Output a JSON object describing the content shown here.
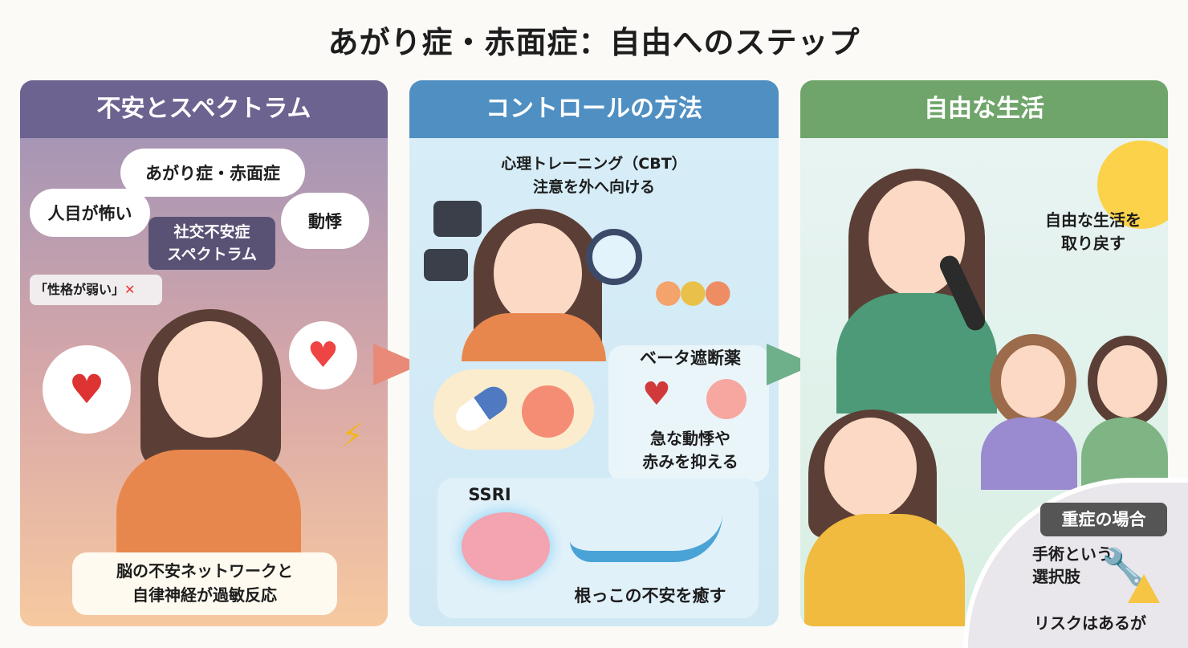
{
  "title": "あがり症・赤面症：自由へのステップ",
  "panel1": {
    "header": "不安とスペクトラム",
    "cloud_top": "あがり症・赤面症",
    "cloud_left": "人目が怖い",
    "cloud_right": "動悸",
    "spectrum_tag": "社交不安症\nスペクトラム",
    "myth": "「性格が弱い」",
    "myth_mark": "✕",
    "caption": "脳の不安ネットワークと\n自律神経が過敏反応"
  },
  "panel2": {
    "header": "コントロールの方法",
    "cbt": "心理トレーニング（CBT）\n注意を外へ向ける",
    "beta_title": "ベータ遮断薬",
    "beta_desc": "急な動悸や\n赤みを抑える",
    "ssri_title": "SSRI",
    "ssri_desc": "根っこの不安を癒す"
  },
  "panel3": {
    "header": "自由な生活",
    "reclaim": "自由な生活を\n取り戻す",
    "severe_tag": "重症の場合",
    "surgery": "手術という\n選択肢",
    "risk": "リスクはあるが"
  },
  "colors": {
    "purple": "#6d6390",
    "blue": "#4f8fc2",
    "green": "#6fa56a"
  }
}
